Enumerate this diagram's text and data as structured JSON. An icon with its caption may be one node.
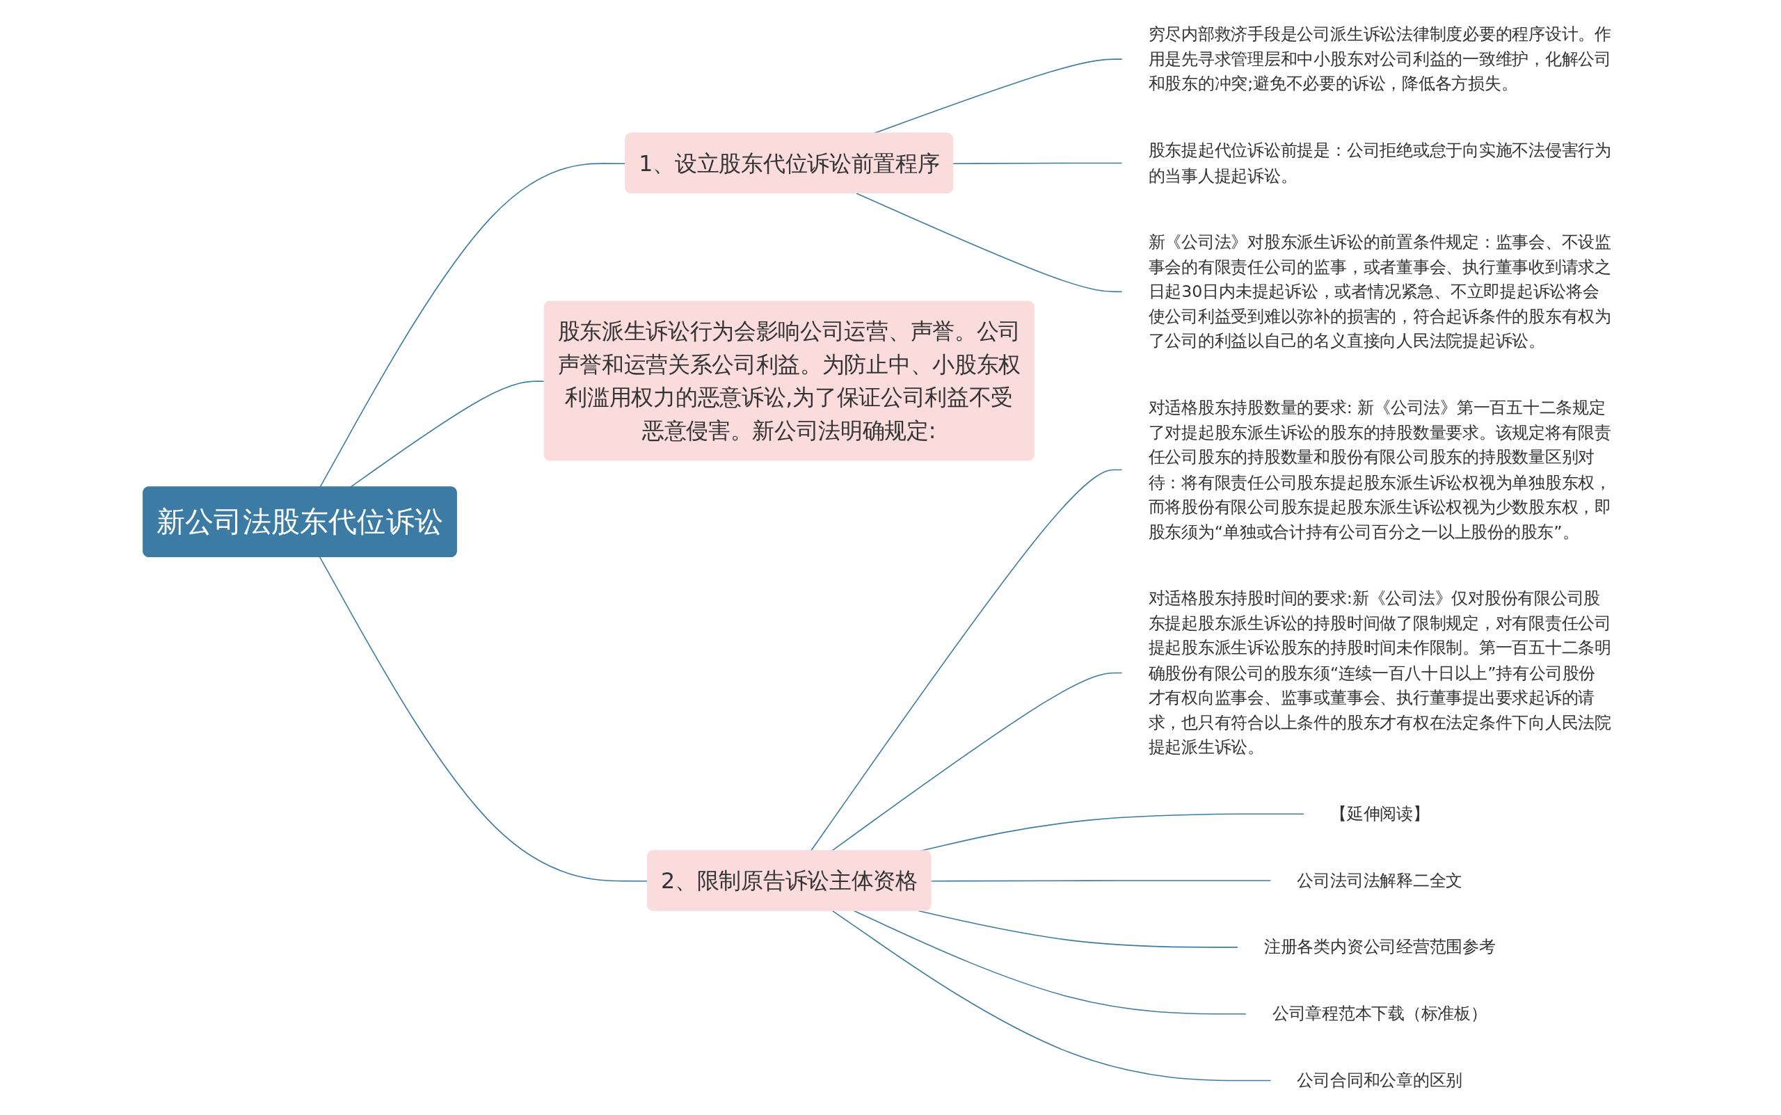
{
  "diagram": {
    "nodes": [
      {
        "text": [
          "新公司法股东代位诉讼"
        ]
      },
      {
        "text": [
          "1、设立股东代位诉讼前置程序"
        ]
      },
      {
        "text": [
          "穷尽内部救济手段是公司派生诉讼法律制度必要的程序设计。作用是先寻求管理层和中小股东对公司利益的一致维护，化解公司和股东的冲突;避免不必要的诉讼，降低各方损失。"
        ]
      },
      {
        "text": [
          "股东提起代位诉讼前提是：公司拒绝或怠于向实施不法侵害行为的当事人提起诉讼。"
        ]
      },
      {
        "text": [
          "新《公司法》对股东派生诉讼的前置条件规定：监事会、不设监事会的有限责任公司的监事，或者董事会、执行董事收到请求之日起30日内未提起诉讼，或者情况紧急、不立即提起诉讼将会使公司利益受到难以弥补的损害的，符合起诉条件的股东有权为了公司的利益以自己的名义直接向人民法院提起诉讼。"
        ]
      },
      {
        "text": [
          "股东派生诉讼行为会影响公司运营、声誉。公司声誉和运营关系公司利益。为防止中、小股东权利滥用权力的恶意诉讼,为了保证公司利益不受恶意侵害。新公司法明确规定:"
        ]
      },
      {
        "text": [
          "2、限制原告诉讼主体资格"
        ]
      },
      {
        "text": [
          "对适格股东持股数量的要求: 新《公司法》第一百五十二条规定了对提起股东派生诉讼的股东的持股数量要求。该规定将有限责任公司股东的持股数量和股份有限公司股东的持股数量区别对待：将有限责任公司股东提起股东派生诉讼权视为单独股东权，而将股份有限公司股东提起股东派生诉讼权视为少数股东权，即股东须为“单独或合计持有公司百分之一以上股份的股东”。"
        ]
      },
      {
        "text": [
          "对适格股东持股时间的要求:新《公司法》仅对股份有限公司股东提起股东派生诉讼的持股时间做了限制规定，对有限责任公司提起股东派生诉讼股东的持股时间未作限制。第一百五十二条明确股份有限公司的股东须“连续一百八十日以上”持有公司股份才有权向监事会、监事或董事会、执行董事提出要求起诉的请求，也只有符合以上条件的股东才有权在法定条件下向人民法院提起派生诉讼。"
        ]
      },
      {
        "text": [
          "【延伸阅读】"
        ]
      },
      {
        "text": [
          "公司法司法解释二全文"
        ]
      },
      {
        "text": [
          "注册各类内资公司经营范围参考"
        ]
      },
      {
        "text": [
          "公司章程范本下载（标准板）"
        ]
      },
      {
        "text": [
          "公司合同和公章的区别"
        ]
      }
    ],
    "edges": [
      {
        "from": 0,
        "to": 1,
        "arrow": "none"
      },
      {
        "from": 1,
        "to": 2,
        "arrow": "none"
      },
      {
        "from": 1,
        "to": 3,
        "arrow": "none"
      },
      {
        "from": 1,
        "to": 4,
        "arrow": "none"
      },
      {
        "from": 0,
        "to": 5,
        "arrow": "none"
      },
      {
        "from": 0,
        "to": 6,
        "arrow": "none"
      },
      {
        "from": 6,
        "to": 7,
        "arrow": "none"
      },
      {
        "from": 6,
        "to": 8,
        "arrow": "none"
      },
      {
        "from": 6,
        "to": 9,
        "arrow": "none"
      },
      {
        "from": 6,
        "to": 10,
        "arrow": "none"
      },
      {
        "from": 6,
        "to": 11,
        "arrow": "none"
      },
      {
        "from": 6,
        "to": 12,
        "arrow": "none"
      },
      {
        "from": 6,
        "to": 13,
        "arrow": "none"
      }
    ]
  }
}
